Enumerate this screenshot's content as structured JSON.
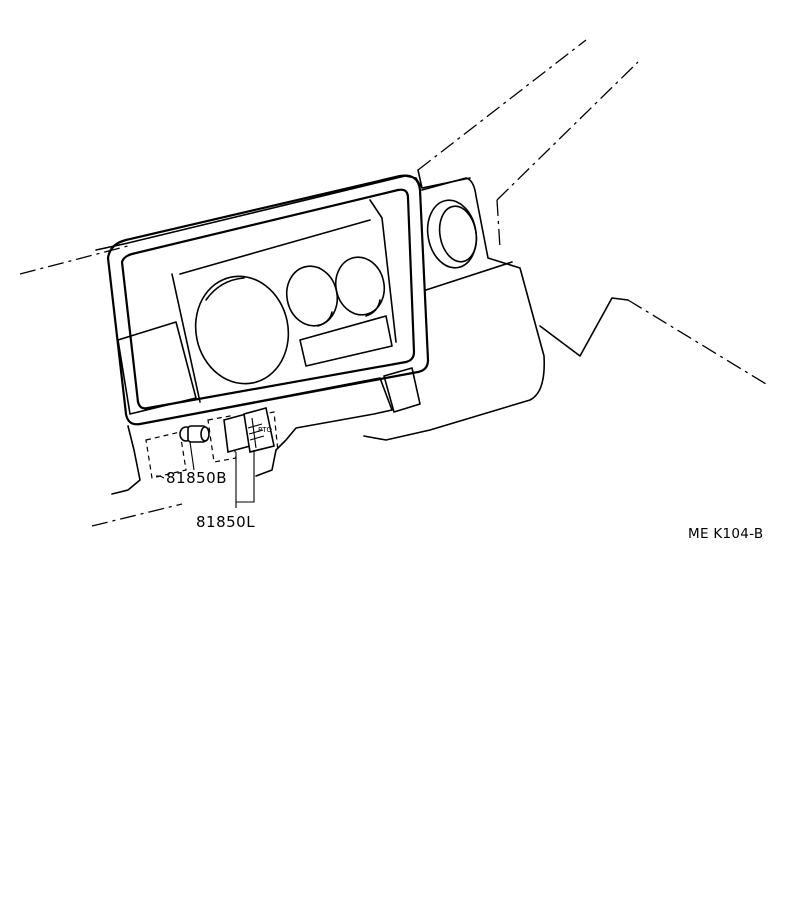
{
  "labels": {
    "part_b": "81850B",
    "part_l": "81850L",
    "figure_code": "ME K104-B"
  },
  "switch_marking": "PTO",
  "colors": {
    "ink": "#000000",
    "paper": "#ffffff"
  }
}
